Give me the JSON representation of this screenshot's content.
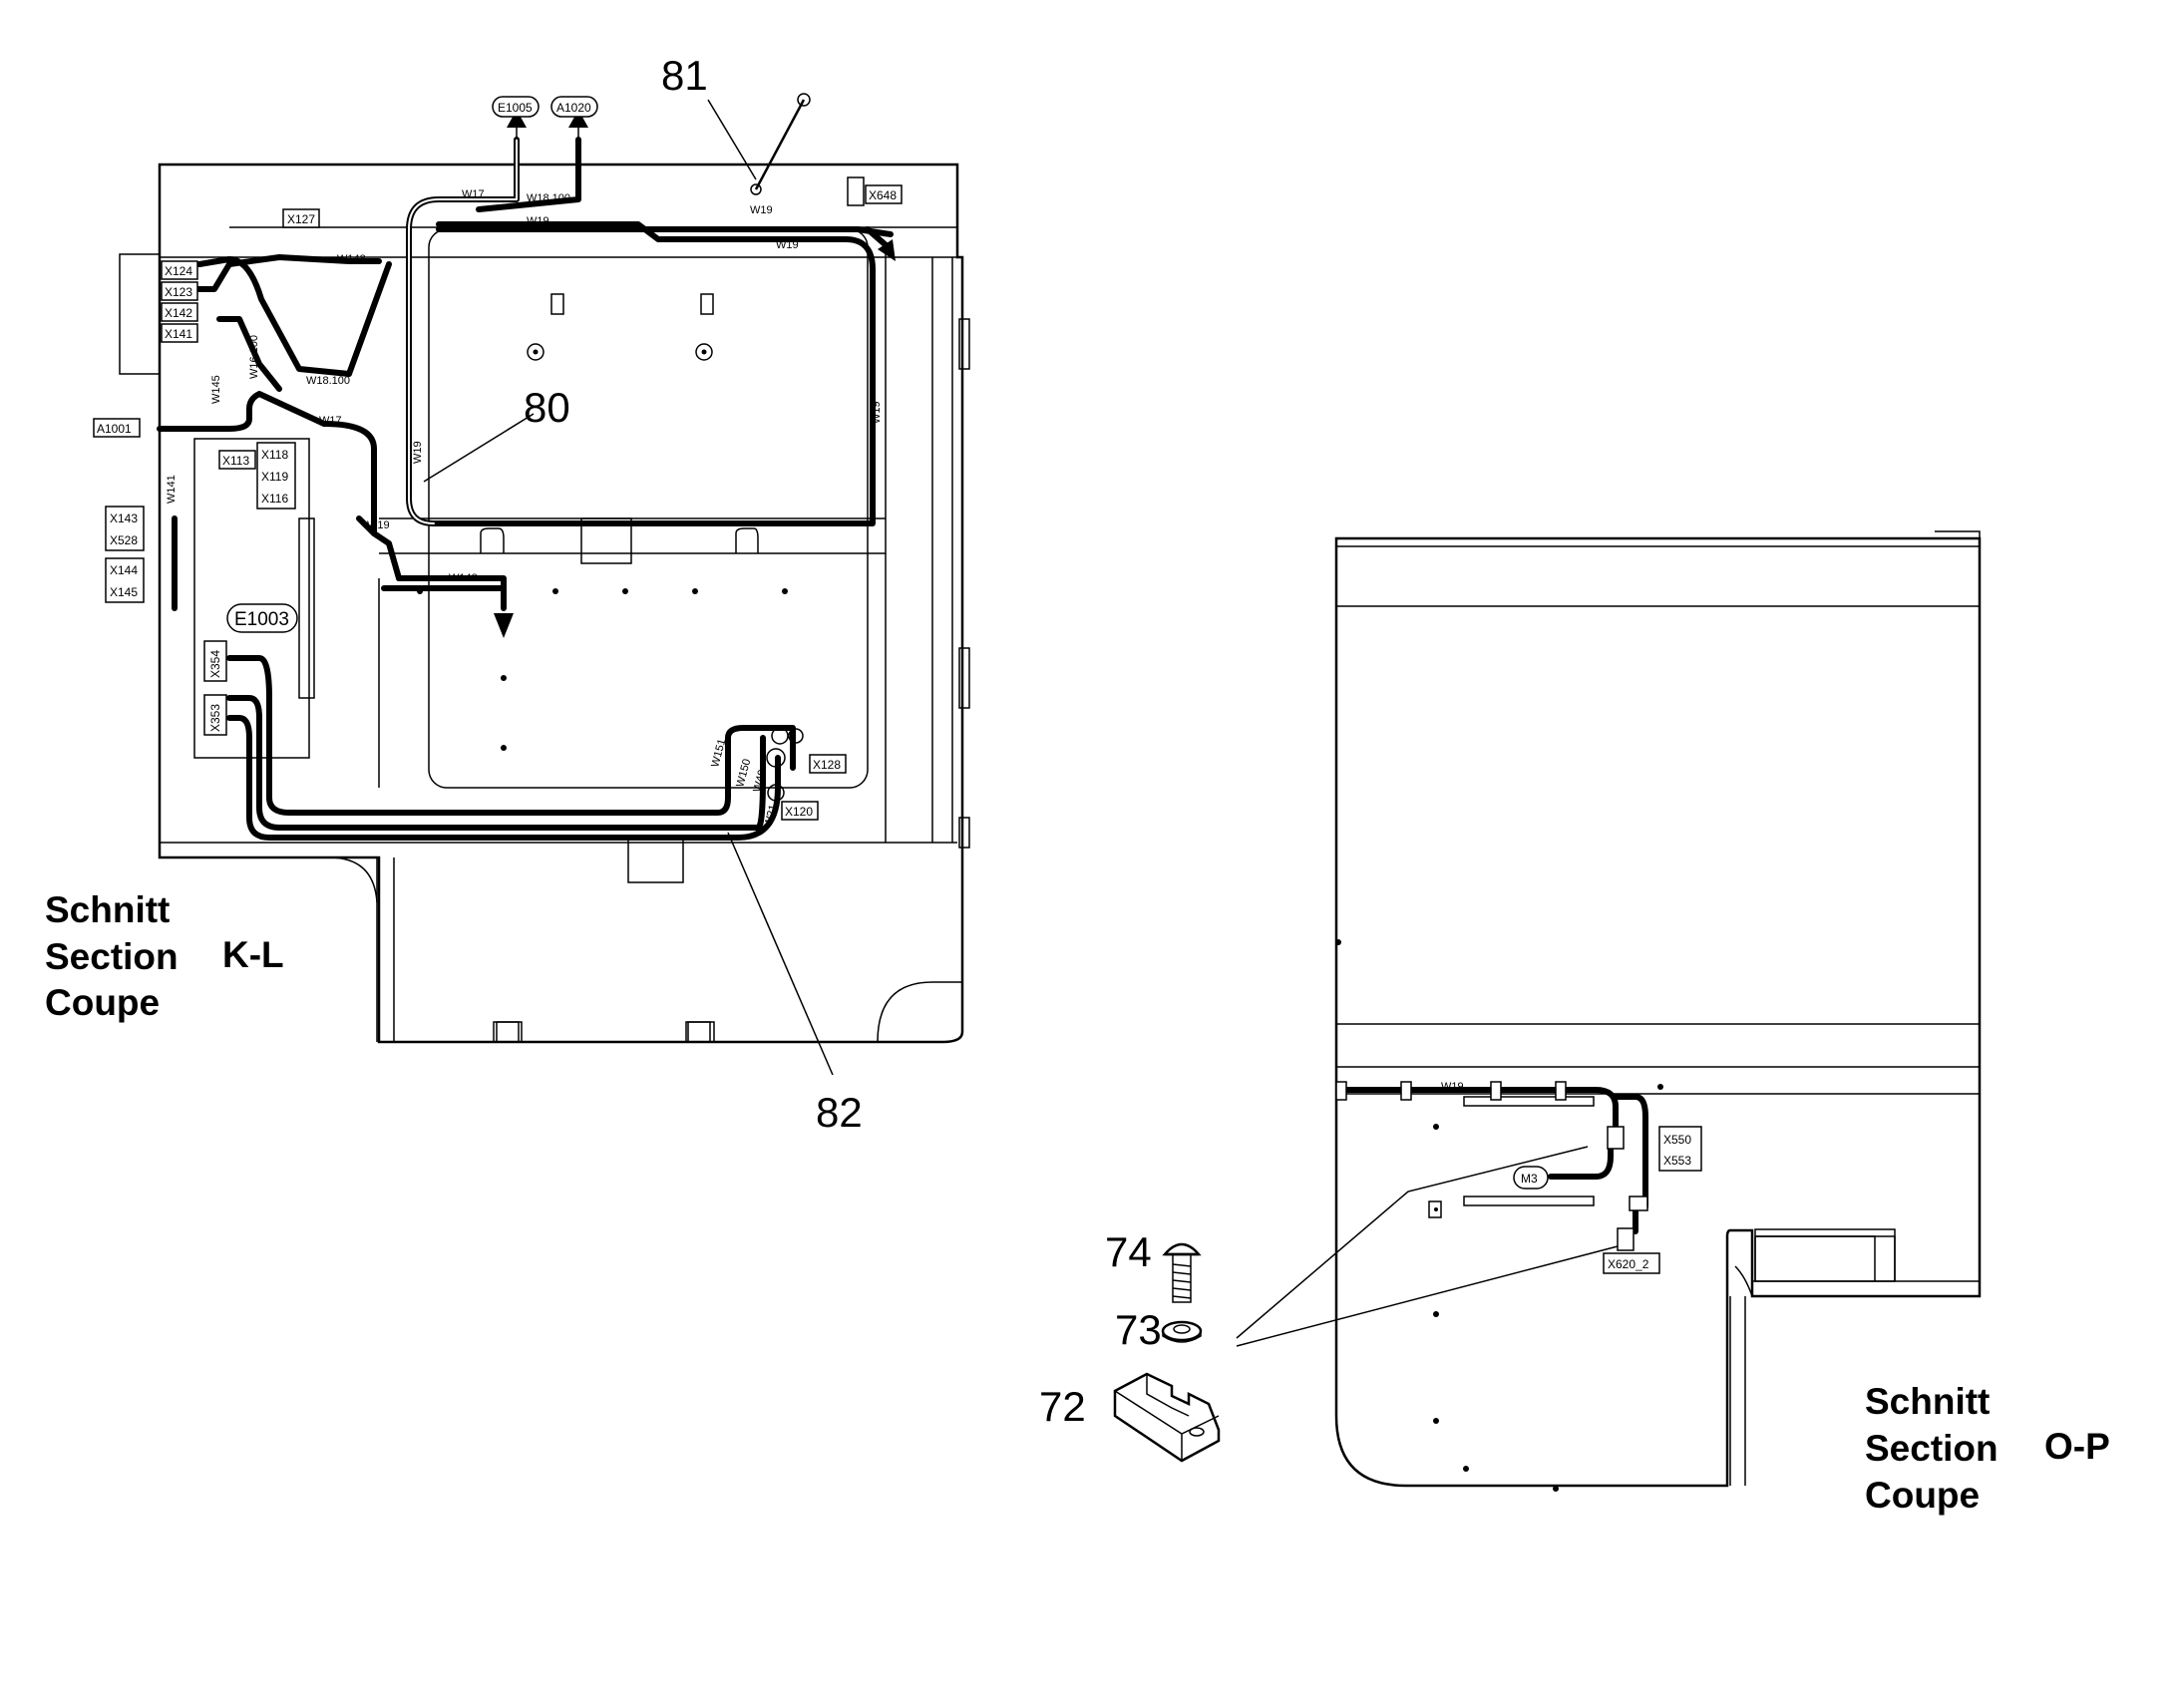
{
  "callouts": {
    "c80": "80",
    "c81": "81",
    "c82": "82",
    "c74": "74",
    "c73": "73",
    "c72": "72"
  },
  "section_kl": {
    "line1": "Schnitt",
    "line2": "Section",
    "line3": "Coupe",
    "id": "K-L"
  },
  "section_op": {
    "line1": "Schnitt",
    "line2": "Section",
    "line3": "Coupe",
    "id": "O-P"
  },
  "connectors": {
    "x127": "X127",
    "x124": "X124",
    "x123": "X123",
    "x142": "X142",
    "x141": "X141",
    "a1001": "A1001",
    "x113": "X113",
    "x118": "X118",
    "x119": "X119",
    "x116": "X116",
    "x143": "X143",
    "x528": "X528",
    "x144": "X144",
    "x145": "X145",
    "e1003": "E1003",
    "x354": "X354",
    "x353": "X353",
    "x128": "X128",
    "x120": "X120",
    "x648": "X648",
    "e1005": "E1005",
    "a1020": "A1020",
    "x550": "X550",
    "x553": "X553",
    "m3": "M3",
    "x620_2": "X620_2"
  },
  "wires": {
    "w17a": "W17",
    "w17b": "W17",
    "w18_100a": "W18.100",
    "w18_100b": "W18.100",
    "w19a": "W19",
    "w19b": "W19",
    "w19c": "W19",
    "w19d": "W19",
    "w19e": "W19",
    "w19f": "W19",
    "w148a": "W148",
    "w148b": "W148",
    "w16_100": "W16.100",
    "w145": "W145",
    "w141": "W141",
    "w151": "W151",
    "w150": "W150",
    "w40": "W40",
    "w21": "W21",
    "w19_op": "W19"
  }
}
